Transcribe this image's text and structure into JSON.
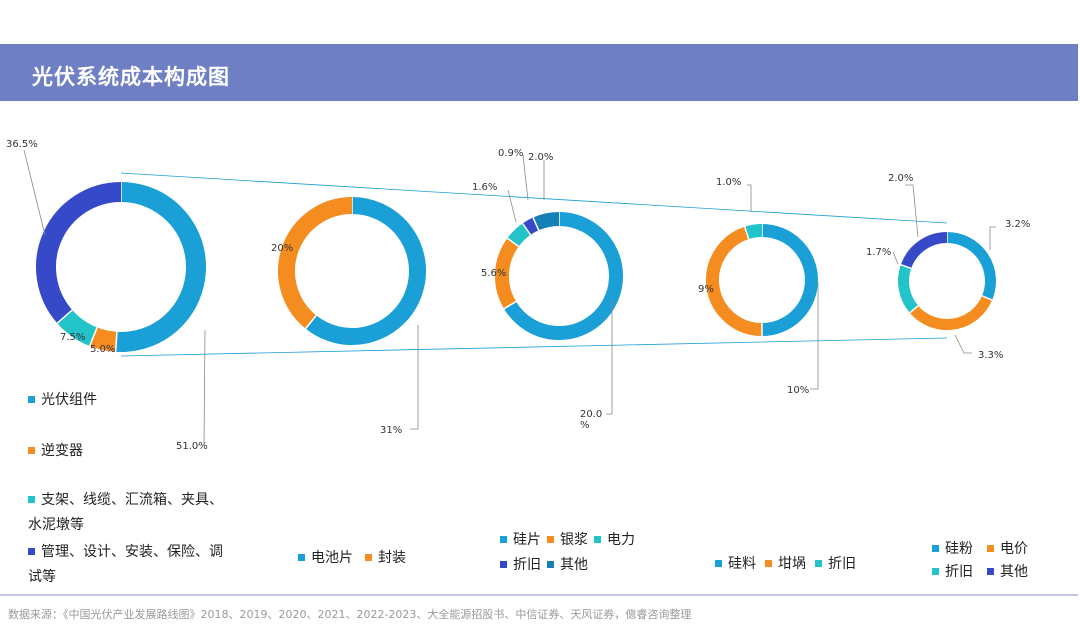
{
  "page": {
    "title": "光伏系统成本构成图",
    "source": "数据来源：《中国光伏产业发展路线图》2018、2019、2020、2021、2022-2023、大全能源招股书、中信证券、天风证券，傯睿咨询整理"
  },
  "colors": {
    "header": "#6f7fc4",
    "blue": "#1a9fd6",
    "orange": "#f48c20",
    "teal": "#22c3c9",
    "navy": "#3649c8",
    "darkteal": "#1580b8"
  },
  "chart_data": [
    {
      "type": "pie",
      "style": "donut",
      "categories": [
        "光伏组件",
        "逆变器",
        "支架、线缆、汇流箱、夹具、水泥墩等",
        "管理、设计、安装、保险、调试等"
      ],
      "values": [
        51.0,
        5.0,
        7.5,
        36.5
      ],
      "labels": [
        "51.0%",
        "5.0%",
        "7.5%",
        "36.5%"
      ],
      "colors": [
        "#1a9fd6",
        "#f48c20",
        "#22c3c9",
        "#3649c8"
      ]
    },
    {
      "type": "pie",
      "style": "donut",
      "categories": [
        "电池片",
        "封装"
      ],
      "values": [
        31,
        20
      ],
      "labels": [
        "31%",
        "20%"
      ],
      "colors": [
        "#1a9fd6",
        "#f48c20"
      ]
    },
    {
      "type": "pie",
      "style": "donut",
      "categories": [
        "硅片",
        "银浆",
        "电力",
        "折旧",
        "其他"
      ],
      "values": [
        20.0,
        5.6,
        1.6,
        0.9,
        2.0
      ],
      "labels": [
        "20.0\n%",
        "5.6%",
        "1.6%",
        "0.9%",
        "2.0%"
      ],
      "colors": [
        "#1a9fd6",
        "#f48c20",
        "#22c3c9",
        "#3649c8",
        "#1580b8"
      ]
    },
    {
      "type": "pie",
      "style": "donut",
      "categories": [
        "硅料",
        "坩埚",
        "折旧"
      ],
      "values": [
        10,
        9,
        1.0
      ],
      "labels": [
        "10%",
        "9%",
        "1.0%"
      ],
      "colors": [
        "#1a9fd6",
        "#f48c20",
        "#22c3c9"
      ]
    },
    {
      "type": "pie",
      "style": "donut",
      "categories": [
        "硅粉",
        "电价",
        "折旧",
        "其他"
      ],
      "values": [
        3.2,
        3.3,
        1.7,
        2.0
      ],
      "labels": [
        "3.2%",
        "3.3%",
        "1.7%",
        "2.0%"
      ],
      "colors": [
        "#1a9fd6",
        "#f48c20",
        "#22c3c9",
        "#3649c8"
      ]
    }
  ],
  "legends": [
    {
      "items": [
        {
          "label": "光伏组件",
          "color": "#1a9fd6"
        },
        {
          "label": "逆变器",
          "color": "#f48c20"
        },
        {
          "label": "支架、线缆、汇流箱、夹具、",
          "label2": "水泥墩等",
          "color": "#22c3c9"
        },
        {
          "label": "管理、设计、安装、保险、调",
          "label2": "试等",
          "color": "#3649c8"
        }
      ]
    },
    {
      "items": [
        {
          "label": "电池片",
          "color": "#1a9fd6"
        },
        {
          "label": "封装",
          "color": "#f48c20"
        }
      ]
    },
    {
      "items": [
        {
          "label": "硅片",
          "color": "#1a9fd6"
        },
        {
          "label": "银浆",
          "color": "#f48c20"
        },
        {
          "label": "电力",
          "color": "#22c3c9"
        },
        {
          "label": "折旧",
          "color": "#3649c8"
        },
        {
          "label": "其他",
          "color": "#1580b8"
        }
      ]
    },
    {
      "items": [
        {
          "label": "硅料",
          "color": "#1a9fd6"
        },
        {
          "label": "坩埚",
          "color": "#f48c20"
        },
        {
          "label": "折旧",
          "color": "#22c3c9"
        }
      ]
    },
    {
      "items": [
        {
          "label": "硅粉",
          "color": "#1a9fd6"
        },
        {
          "label": "电价",
          "color": "#f48c20"
        },
        {
          "label": "折旧",
          "color": "#22c3c9"
        },
        {
          "label": "其他",
          "color": "#3649c8"
        }
      ]
    }
  ]
}
